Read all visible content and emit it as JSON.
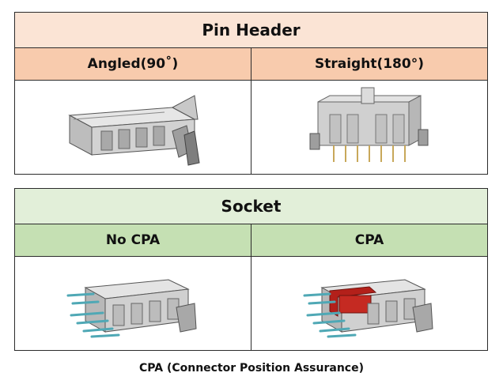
{
  "pin_header": {
    "title": "Pin Header",
    "col1": "Angled(90˚)",
    "col2": "Straight(180°)",
    "img1_icon": "angled-pin-header-illustration",
    "img2_icon": "straight-pin-header-illustration"
  },
  "socket": {
    "title": "Socket",
    "col1": "No CPA",
    "col2": "CPA",
    "img1_icon": "socket-no-cpa-illustration",
    "img2_icon": "socket-cpa-illustration",
    "cpa_color": "#b3201a"
  },
  "footnote": "CPA  (Connector Position Assurance)"
}
